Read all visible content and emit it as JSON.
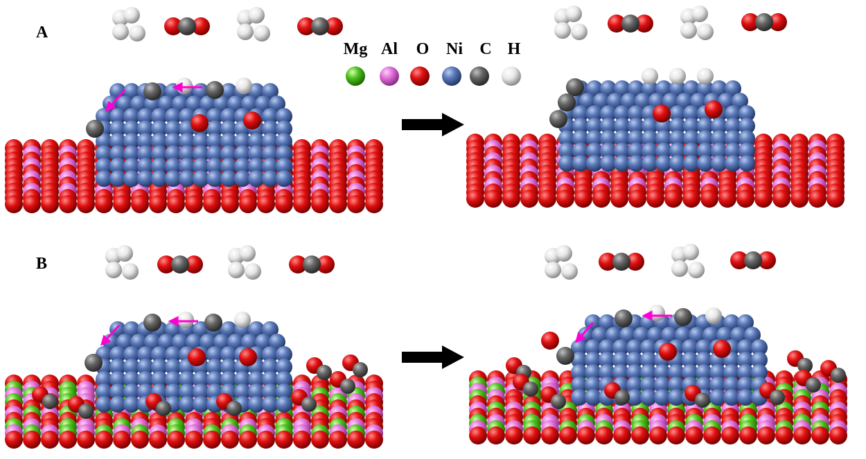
{
  "panels": [
    {
      "label": "A"
    },
    {
      "label": "B"
    }
  ],
  "legend": [
    {
      "symbol": "Mg",
      "color": "#4ec020"
    },
    {
      "symbol": "Al",
      "color": "#e070d8"
    },
    {
      "symbol": "O",
      "color": "#e01010"
    },
    {
      "symbol": "Ni",
      "color": "#5a78b8"
    },
    {
      "symbol": "C",
      "color": "#666666"
    },
    {
      "symbol": "H",
      "color": "#e8e8e8"
    }
  ],
  "colors": {
    "mg": "#4ec020",
    "al": "#e070d8",
    "o": "#e01010",
    "ni": "#5a78b8",
    "c": "#666666",
    "h": "#e8e8e8",
    "arrow_accent": "#ff00d4",
    "transition_arrow": "#000000"
  },
  "slabs": [
    {
      "panel": "A",
      "state": "initial",
      "support": "MgAl2O4 (O + Al layers)",
      "surface_adsorbates": false
    },
    {
      "panel": "A",
      "state": "final",
      "support": "MgAl2O4 (O + Al layers)",
      "surface_adsorbates": false
    },
    {
      "panel": "B",
      "state": "initial",
      "support": "Mg/Al/O mixed oxide",
      "surface_adsorbates": true
    },
    {
      "panel": "B",
      "state": "final",
      "support": "Mg/Al/O mixed oxide",
      "surface_adsorbates": true
    }
  ]
}
